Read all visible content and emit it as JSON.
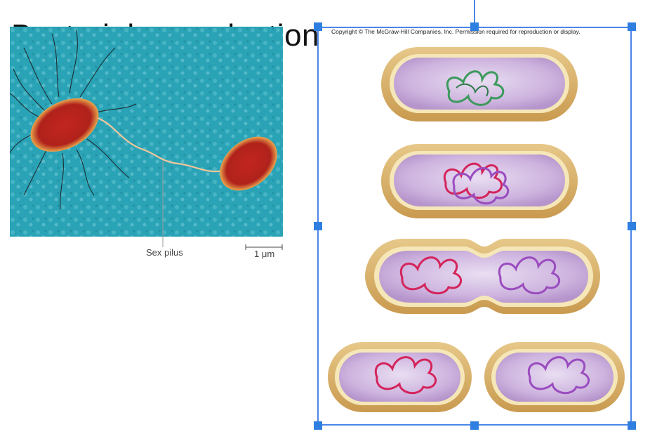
{
  "slide": {
    "title": "Bacterial reproduction"
  },
  "micrograph": {
    "caption": "Sex pilus",
    "scale_label": "1 μm"
  },
  "figure": {
    "copyright": "Copyright © The McGraw-Hill Companies, Inc. Permission required for reproduction or display."
  },
  "colors": {
    "selection": "#4a86e8",
    "micrograph_bg": "#2aa3b6",
    "cell_wall": "#d9b36a",
    "cytoplasm": "#d8c5e6"
  },
  "icons": {
    "handles": "selection-handle-icon",
    "rotate": "rotate-handle-icon"
  }
}
